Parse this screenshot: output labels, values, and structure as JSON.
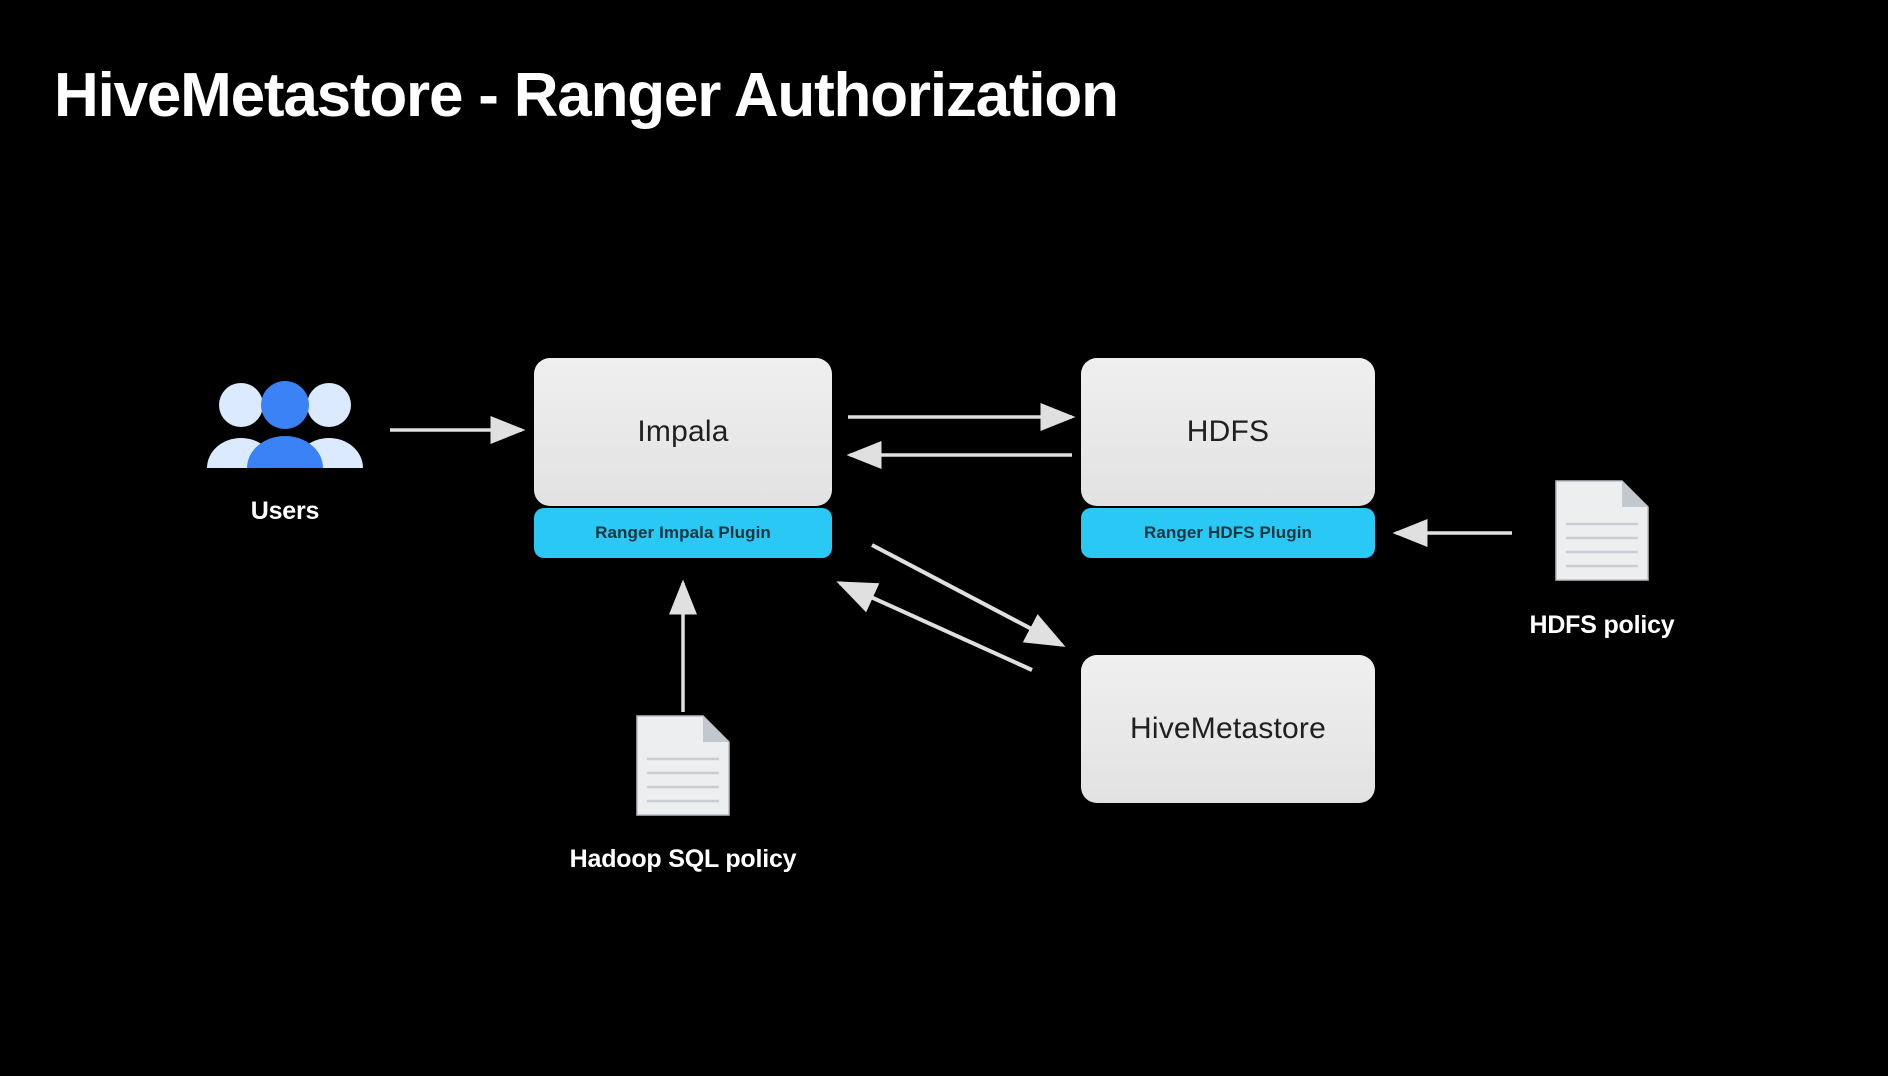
{
  "slide": {
    "title": "HiveMetastore - Ranger Authorization",
    "background_color": "#000000",
    "title_color": "#ffffff"
  },
  "colors": {
    "node_fill": "#e9e9e9",
    "node_text": "#202020",
    "plugin_fill": "#2ac8f5",
    "plugin_text": "#123540",
    "arrow": "#e0e0e0",
    "user_light": "#dbeafe",
    "user_dark": "#3b82f6",
    "doc_fill": "#eceef0",
    "doc_line": "#c9ced4",
    "doc_fold": "#c3c8ce"
  },
  "nodes": [
    {
      "id": "impala",
      "label": "Impala"
    },
    {
      "id": "hdfs",
      "label": "HDFS"
    },
    {
      "id": "hivemetastore",
      "label": "HiveMetastore"
    }
  ],
  "plugins": [
    {
      "id": "ranger-impala-plugin",
      "label": "Ranger Impala Plugin"
    },
    {
      "id": "ranger-hdfs-plugin",
      "label": "Ranger HDFS Plugin"
    }
  ],
  "actors": [
    {
      "id": "users",
      "label": "Users",
      "icon": "users-group-icon"
    }
  ],
  "policies": [
    {
      "id": "hadoop-sql-policy",
      "label": "Hadoop SQL policy",
      "icon": "document-icon"
    },
    {
      "id": "hdfs-policy",
      "label": "HDFS policy",
      "icon": "document-icon"
    }
  ],
  "connections": [
    {
      "id": "users-to-impala",
      "from": "users",
      "to": "impala",
      "direction": "right"
    },
    {
      "id": "impala-to-hdfs",
      "from": "impala",
      "to": "hdfs",
      "direction": "right"
    },
    {
      "id": "hdfs-to-impala",
      "from": "hdfs",
      "to": "impala",
      "direction": "left"
    },
    {
      "id": "impala-plugin-to-hivemetastore",
      "from": "ranger-impala-plugin",
      "to": "hivemetastore",
      "direction": "down-right"
    },
    {
      "id": "hivemetastore-to-impala-plugin",
      "from": "hivemetastore",
      "to": "ranger-impala-plugin",
      "direction": "up-left"
    },
    {
      "id": "hadoop-sql-policy-to-impala-plugin",
      "from": "hadoop-sql-policy",
      "to": "ranger-impala-plugin",
      "direction": "up"
    },
    {
      "id": "hdfs-policy-to-hdfs-plugin",
      "from": "hdfs-policy",
      "to": "ranger-hdfs-plugin",
      "direction": "left"
    }
  ]
}
